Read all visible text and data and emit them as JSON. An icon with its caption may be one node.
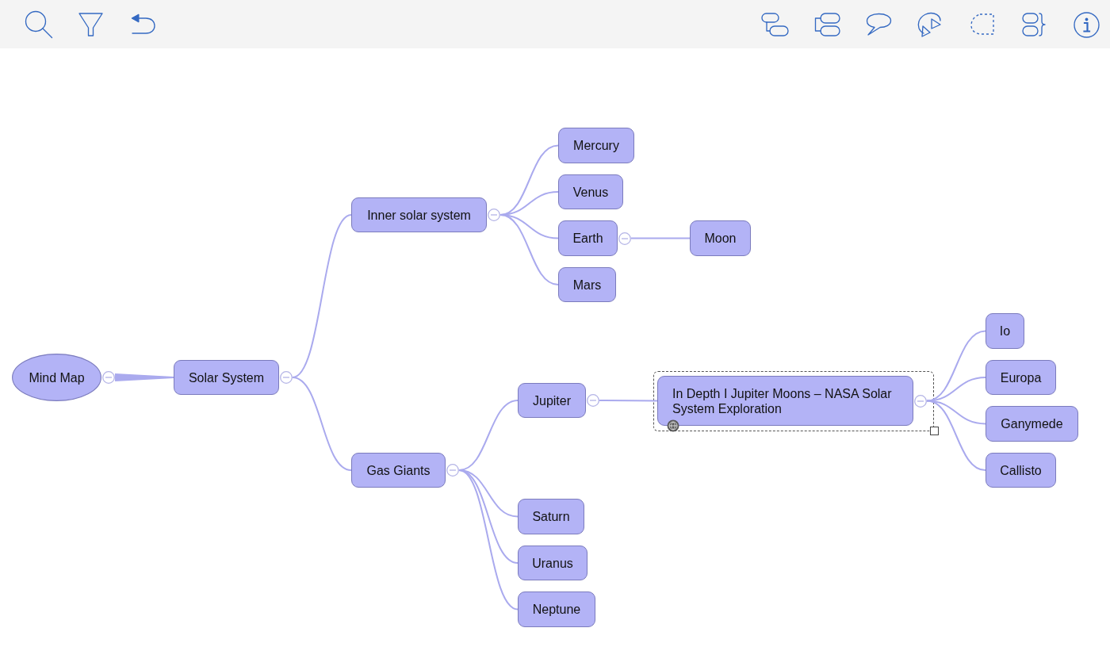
{
  "diagram": {
    "nodes": [
      {
        "text": [
          "Mind Map"
        ]
      },
      {
        "text": [
          "Solar System"
        ]
      },
      {
        "text": [
          "Inner solar system"
        ]
      },
      {
        "text": [
          "Mercury"
        ]
      },
      {
        "text": [
          "Venus"
        ]
      },
      {
        "text": [
          "Earth"
        ]
      },
      {
        "text": [
          "Moon"
        ]
      },
      {
        "text": [
          "Mars"
        ]
      },
      {
        "text": [
          "Gas Giants"
        ]
      },
      {
        "text": [
          "Jupiter"
        ]
      },
      {
        "text": [
          "In Depth I Jupiter Moons – NASA Solar System Exploration"
        ]
      },
      {
        "text": [
          "Io"
        ]
      },
      {
        "text": [
          "Europa"
        ]
      },
      {
        "text": [
          "Ganymede"
        ]
      },
      {
        "text": [
          "Callisto"
        ]
      },
      {
        "text": [
          "Saturn"
        ]
      },
      {
        "text": [
          "Uranus"
        ]
      },
      {
        "text": [
          "Neptune"
        ]
      }
    ],
    "edges": [
      {
        "from": 0,
        "to": 1,
        "arrow": "none",
        "style": "thick"
      },
      {
        "from": 1,
        "to": 2,
        "arrow": "none"
      },
      {
        "from": 2,
        "to": 3,
        "arrow": "none"
      },
      {
        "from": 2,
        "to": 4,
        "arrow": "none"
      },
      {
        "from": 2,
        "to": 5,
        "arrow": "none"
      },
      {
        "from": 5,
        "to": 6,
        "arrow": "none"
      },
      {
        "from": 2,
        "to": 7,
        "arrow": "none"
      },
      {
        "from": 1,
        "to": 8,
        "arrow": "none"
      },
      {
        "from": 8,
        "to": 9,
        "arrow": "none"
      },
      {
        "from": 9,
        "to": 10,
        "arrow": "none"
      },
      {
        "from": 10,
        "to": 11,
        "arrow": "none"
      },
      {
        "from": 10,
        "to": 12,
        "arrow": "none"
      },
      {
        "from": 10,
        "to": 13,
        "arrow": "none"
      },
      {
        "from": 10,
        "to": 14,
        "arrow": "none"
      },
      {
        "from": 8,
        "to": 15,
        "arrow": "none"
      },
      {
        "from": 8,
        "to": 16,
        "arrow": "none"
      },
      {
        "from": 8,
        "to": 17,
        "arrow": "none"
      }
    ]
  }
}
